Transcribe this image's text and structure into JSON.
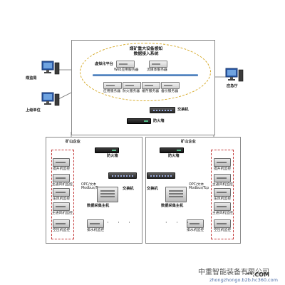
{
  "top": {
    "cloud_title": "煤矿重大设备感知\n数据接入系统",
    "virtual_platform": "虚拟化平台",
    "servers_row1": [
      "Web应用服务器",
      "流媒体服务器"
    ],
    "servers_row2": [
      "应用服务器",
      "防火服务器",
      "缓存服务器",
      "备份服务器"
    ],
    "switch": "交换机",
    "firewall": "防火墙"
  },
  "clients": {
    "regulator": "煤监局",
    "superior": "上级单位",
    "emergency": "应急厅"
  },
  "enterprises": [
    {
      "title": "矿山企业",
      "firewall": "防火墙",
      "switch": "交换机",
      "protocol": "OPC/文本\nModbus/Tcp",
      "host": "数据采集主机",
      "nodes": [
        "提升机监控",
        "主通风机监控",
        "压风机监控",
        "主通风机监控",
        "空压机监控",
        "排水机监控"
      ],
      "dots": "· · ·"
    },
    {
      "title": "矿山企业",
      "firewall": "防火墙",
      "switch": "交换机",
      "protocol": "OPC/文本\nModbus/Tcp",
      "host": "数据采集主机",
      "nodes": [
        "提升机监控",
        "主通风机监控",
        "压风机监控",
        "主通风机监控",
        "空压机监控",
        "排水机监控"
      ],
      "dots": "· · ·"
    }
  ],
  "watermark": {
    "main": "中重智能装备有限公司",
    "sub": "zhongzhongo.b2b.hc360.com",
    "stamp": "**.COM"
  }
}
